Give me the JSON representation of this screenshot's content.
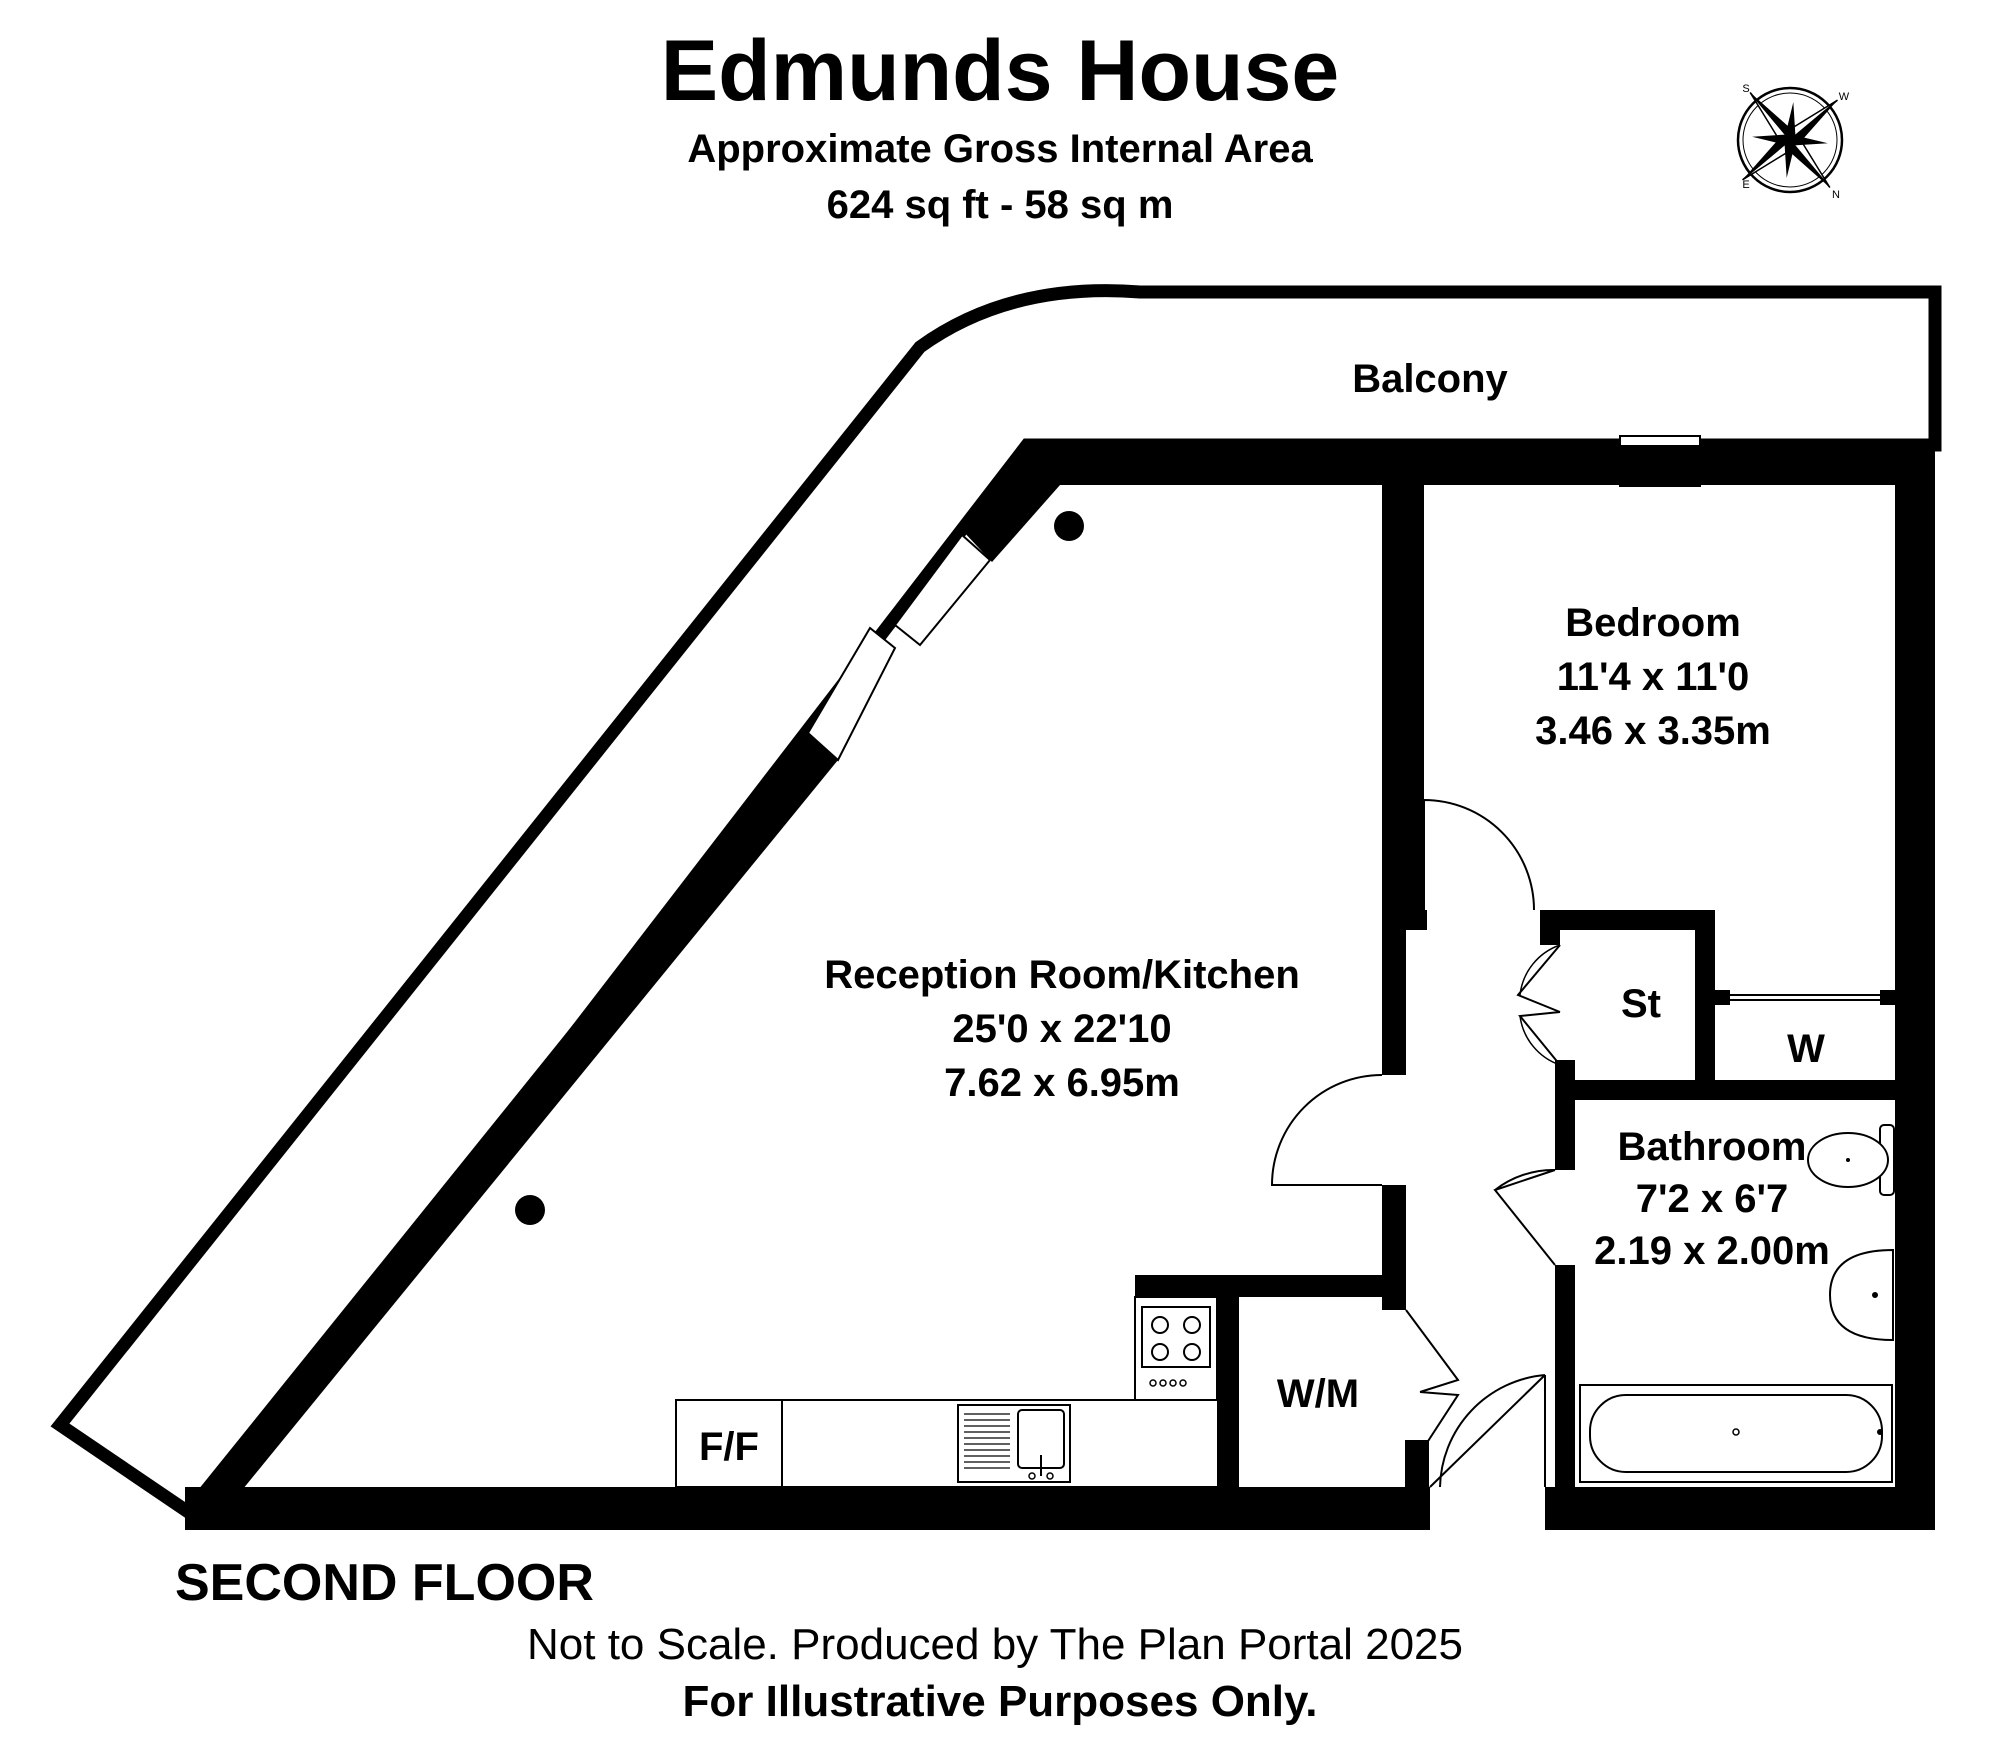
{
  "header": {
    "title": "Edmunds House",
    "subtitle": "Approximate Gross Internal Area",
    "area": "624 sq ft - 58 sq m"
  },
  "compass": {
    "letters": [
      "S",
      "W",
      "N",
      "E"
    ]
  },
  "rooms": {
    "balcony": {
      "name": "Balcony"
    },
    "bedroom": {
      "name": "Bedroom",
      "dim_imperial": "11'4 x 11'0",
      "dim_metric": "3.46 x 3.35m"
    },
    "reception": {
      "name": "Reception Room/Kitchen",
      "dim_imperial": "25'0 x 22'10",
      "dim_metric": "7.62 x 6.95m"
    },
    "bathroom": {
      "name": "Bathroom",
      "dim_imperial": "7'2 x 6'7",
      "dim_metric": "2.19 x 2.00m"
    },
    "store": {
      "name": "St"
    },
    "wardrobe": {
      "name": "W"
    },
    "washing_machine": {
      "name": "W/M"
    },
    "fridge_freezer": {
      "name": "F/F"
    }
  },
  "footer": {
    "floor": "SECOND FLOOR",
    "disclaimer": "Not to Scale. Produced by The Plan Portal 2025",
    "illustrative": "For Illustrative Purposes Only."
  }
}
